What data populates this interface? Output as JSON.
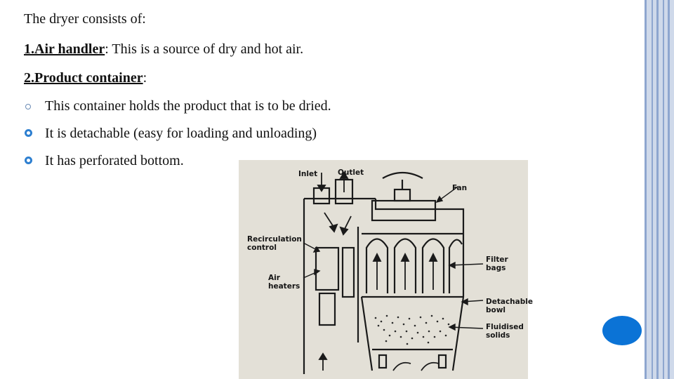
{
  "slide": {
    "lines": {
      "intro": "The dryer consists of:",
      "air_handler_term": "1.Air handler",
      "air_handler_rest": ": This is a source of dry and hot air.",
      "product_container_term": "2.Product container",
      "product_container_colon": ":"
    },
    "bullets": [
      "This container holds the product that is to be dried.",
      "It is detachable (easy for loading and unloading)",
      "It has perforated bottom."
    ]
  },
  "figure": {
    "labels": {
      "inlet": "Inlet",
      "outlet": "Outlet",
      "fan": "Fan",
      "recirculation_control": "Recirculation control",
      "air_heaters": "Air heaters",
      "filter_bags": "Filter bags",
      "detachable_bowl": "Detachable bowl",
      "fluidised_solids": "Fluidised solids"
    }
  },
  "colors": {
    "accent_blue": "#0b73d6",
    "border_blue": "#8ea6cf"
  }
}
